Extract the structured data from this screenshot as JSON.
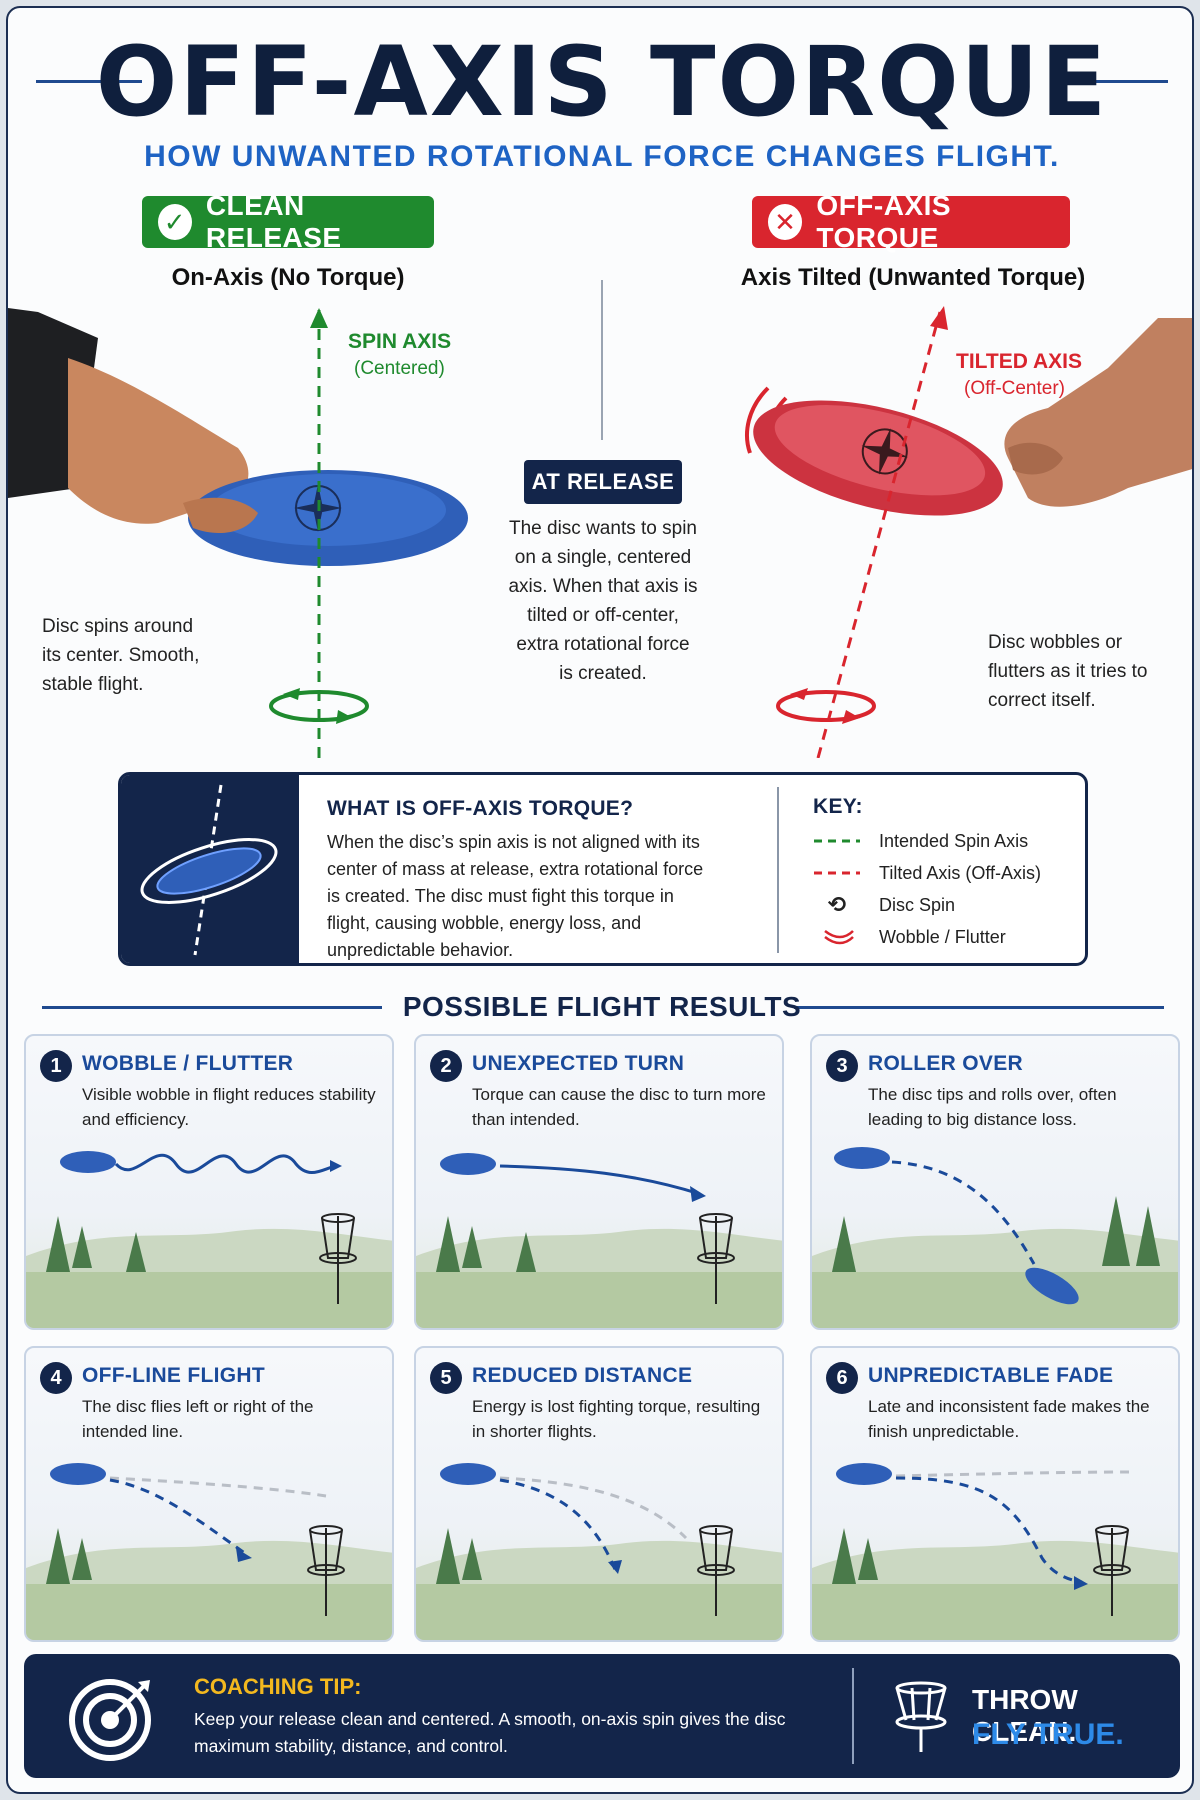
{
  "header": {
    "title": "OFF-AXIS TORQUE",
    "subtitle": "HOW UNWANTED ROTATIONAL FORCE CHANGES FLIGHT."
  },
  "left": {
    "badge": "CLEAN RELEASE",
    "heading": "On-Axis (No Torque)",
    "axis_label": "SPIN AXIS",
    "axis_sub": "(Centered)",
    "desc": [
      "Disc spins around",
      "its center. Smooth,",
      "stable flight."
    ]
  },
  "right": {
    "badge": "OFF-AXIS TORQUE",
    "heading": "Axis Tilted (Unwanted Torque)",
    "axis_label": "TILTED AXIS",
    "axis_sub": "(Off-Center)",
    "desc": [
      "Disc wobbles or",
      "flutters as it tries to",
      "correct itself."
    ]
  },
  "middle": {
    "label": "AT RELEASE",
    "desc": [
      "The disc wants to spin",
      "on a single, centered",
      "axis. When that axis is",
      "tilted or off-center,",
      "extra rotational force",
      "is created."
    ]
  },
  "info": {
    "title": "WHAT IS OFF-AXIS TORQUE?",
    "body": "When the disc’s spin axis is not aligned with its center of mass at release, extra rotational force is created. The disc must fight this torque in flight, causing wobble, energy loss, and unpredictable behavior.",
    "key_title": "KEY:",
    "key": [
      "Intended Spin Axis",
      "Tilted Axis (Off-Axis)",
      "Disc Spin",
      "Wobble / Flutter"
    ]
  },
  "results": {
    "title": "POSSIBLE FLIGHT RESULTS",
    "cards": [
      {
        "num": "1",
        "title": "WOBBLE / FLUTTER",
        "desc": "Visible wobble in flight reduces stability and efficiency."
      },
      {
        "num": "2",
        "title": "UNEXPECTED TURN",
        "desc": "Torque can cause the disc to turn more than intended."
      },
      {
        "num": "3",
        "title": "ROLLER OVER",
        "desc": "The disc tips and rolls over, often leading to big distance loss."
      },
      {
        "num": "4",
        "title": "OFF-LINE FLIGHT",
        "desc": "The disc flies left or right of the intended line."
      },
      {
        "num": "5",
        "title": "REDUCED DISTANCE",
        "desc": "Energy is lost fighting torque, resulting in shorter flights."
      },
      {
        "num": "6",
        "title": "UNPREDICTABLE FADE",
        "desc": "Late and inconsistent fade makes the finish unpredictable."
      }
    ]
  },
  "footer": {
    "tip_title": "COACHING TIP:",
    "tip_body": "Keep your release clean and centered. A smooth, on-axis spin gives the disc maximum stability, distance, and control.",
    "slogan_line1": "THROW CLEAN.",
    "slogan_line2": "FLY TRUE."
  },
  "colors": {
    "navy": "#13254a",
    "accent_blue": "#1e63c4",
    "green": "#1f8a2e",
    "red": "#d9252e",
    "gold": "#f3b81f"
  },
  "icons": [
    "check-icon",
    "x-icon",
    "disc-icon",
    "hand-icon",
    "spin-arrows-icon",
    "wobble-icon",
    "basket-icon",
    "target-icon",
    "tree-icon"
  ]
}
